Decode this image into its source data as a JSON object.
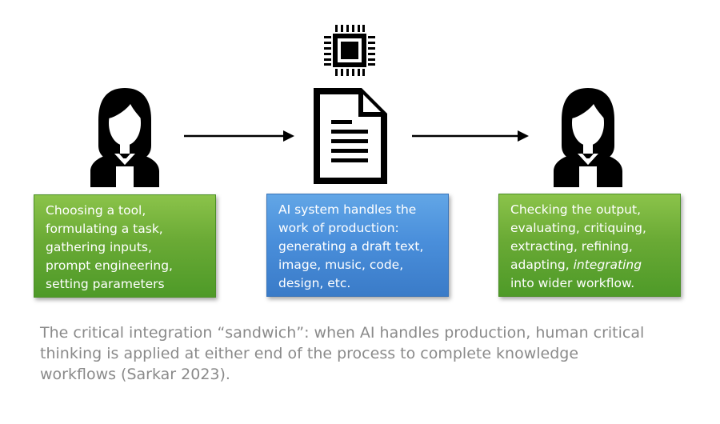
{
  "diagram": {
    "left_box": {
      "lines": [
        "Choosing a tool,",
        "formulating a task,",
        "gathering inputs,",
        "prompt engineering,",
        "setting parameters"
      ]
    },
    "middle_box": {
      "lines": [
        "AI system handles the",
        "work of production:",
        "generating a draft text,",
        "image, music, code,",
        "design, etc."
      ]
    },
    "right_box": {
      "line1": "Checking the output,",
      "line2": "evaluating, critiquing,",
      "line3": "extracting, refining,",
      "line4_before": "adapting, ",
      "line4_italic": "integrating",
      "line5": "into wider workflow."
    },
    "icons": {
      "left_person": "person-icon",
      "chip": "chip-icon",
      "document": "document-icon",
      "right_person": "person-icon",
      "arrow": "arrow-right-icon"
    },
    "colors": {
      "green": "#6aaa35",
      "blue": "#4a8fdb",
      "caption_gray": "#8a8a8a",
      "icon_black": "#000000"
    }
  },
  "caption": {
    "lines": [
      "The critical integration “sandwich”: when AI handles production, human critical",
      "thinking is applied at either end of the process to complete knowledge",
      "workflows (Sarkar 2023)."
    ]
  }
}
